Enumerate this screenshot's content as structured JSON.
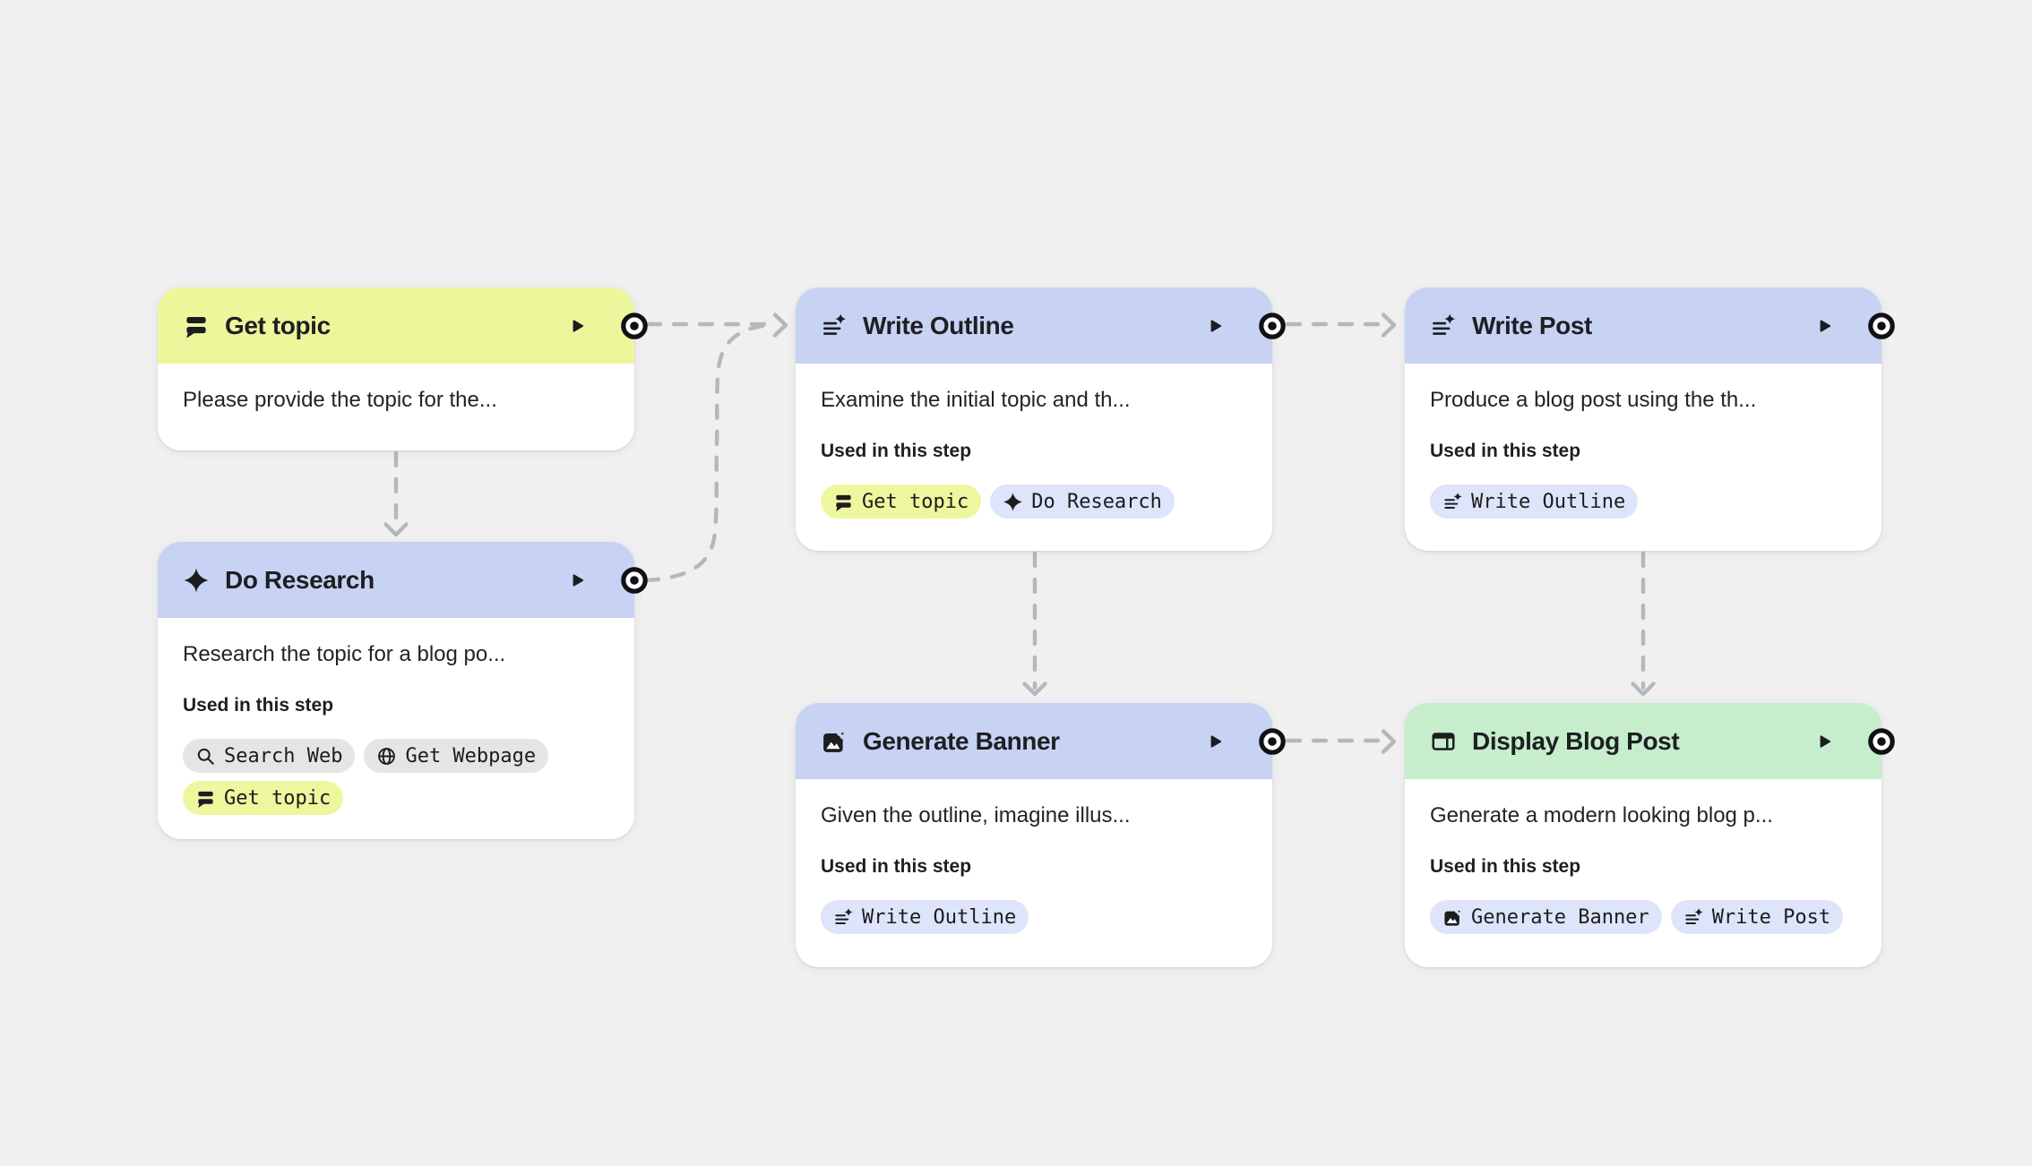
{
  "canvas": {
    "background": "#f0f0f1",
    "connector_color": "#b5b7bb",
    "connector_style": "dashed-arrow"
  },
  "colors": {
    "header_yellow": "#eef69b",
    "header_blue": "#c8d3f3",
    "header_green": "#c6edcc",
    "chip_gray": "#e5e5e6",
    "chip_yellow": "#eff79e",
    "chip_blue": "#dee4fa",
    "card_background": "#ffffff",
    "run_button_active": "#17181a",
    "run_button_inactive": "#9aa3b8",
    "port_color": "#101114"
  },
  "node_controls": {
    "run_button_icon": "play-icon",
    "output_port_icon": "output-port-icon"
  },
  "flow": {
    "nodes": [
      {
        "id": "get-topic",
        "title": "Get topic",
        "icon": "chat-input-icon",
        "theme": "yellow",
        "description": "Please provide the topic for the...",
        "used_in_step_label": "",
        "tools": []
      },
      {
        "id": "do-research",
        "title": "Do Research",
        "icon": "sparkle-icon",
        "theme": "blue",
        "description": "Research the topic for a blog po...",
        "used_in_step_label": "Used in this step",
        "tools": [
          {
            "label": "Search Web",
            "icon": "search-icon",
            "theme": "gray"
          },
          {
            "label": "Get Webpage",
            "icon": "globe-icon",
            "theme": "gray"
          },
          {
            "label": "Get topic",
            "icon": "chat-input-icon",
            "theme": "yellow"
          }
        ]
      },
      {
        "id": "write-outline",
        "title": "Write Outline",
        "icon": "write-sparkle-icon",
        "theme": "blue",
        "description": "Examine the initial topic and th...",
        "used_in_step_label": "Used in this step",
        "tools": [
          {
            "label": "Get topic",
            "icon": "chat-input-icon",
            "theme": "yellow"
          },
          {
            "label": "Do Research",
            "icon": "sparkle-icon",
            "theme": "blue"
          }
        ]
      },
      {
        "id": "write-post",
        "title": "Write Post",
        "icon": "write-sparkle-icon",
        "theme": "blue",
        "description": "Produce a blog post using the th...",
        "used_in_step_label": "Used in this step",
        "tools": [
          {
            "label": "Write Outline",
            "icon": "write-sparkle-icon",
            "theme": "blue"
          }
        ]
      },
      {
        "id": "generate-banner",
        "title": "Generate Banner",
        "icon": "image-sparkle-icon",
        "theme": "blue",
        "description": "Given the outline, imagine illus...",
        "used_in_step_label": "Used in this step",
        "tools": [
          {
            "label": "Write Outline",
            "icon": "write-sparkle-icon",
            "theme": "blue"
          }
        ]
      },
      {
        "id": "display-blog-post",
        "title": "Display Blog Post",
        "icon": "web-layout-icon",
        "theme": "green",
        "description": "Generate a modern looking blog p...",
        "used_in_step_label": "Used in this step",
        "tools": [
          {
            "label": "Generate Banner",
            "icon": "image-sparkle-icon",
            "theme": "blue"
          },
          {
            "label": "Write Post",
            "icon": "write-sparkle-icon",
            "theme": "blue"
          }
        ]
      }
    ],
    "edges": [
      {
        "from": "get-topic",
        "to": "do-research"
      },
      {
        "from": "get-topic",
        "to": "write-outline"
      },
      {
        "from": "do-research",
        "to": "write-outline"
      },
      {
        "from": "write-outline",
        "to": "write-post"
      },
      {
        "from": "write-outline",
        "to": "generate-banner"
      },
      {
        "from": "generate-banner",
        "to": "display-blog-post"
      },
      {
        "from": "write-post",
        "to": "display-blog-post"
      }
    ]
  }
}
